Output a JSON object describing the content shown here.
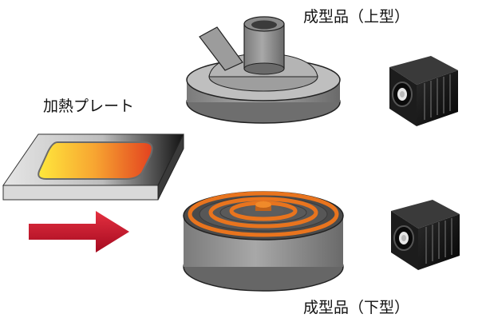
{
  "labels": {
    "upper_part": "成型品（上型）",
    "heating_plate": "加熱プレート",
    "lower_part": "成型品（下型）"
  },
  "colors": {
    "plate_surface_light": "#d8d8d8",
    "plate_surface_dark": "#1a1a1a",
    "heat_yellow": "#ffe23a",
    "heat_orange": "#f08a2a",
    "heat_red": "#e0401e",
    "arrow_red": "#c8102e",
    "part_gray": "#9a9a9a",
    "groove_orange": "#e8741e",
    "camera_black": "#141414"
  },
  "icons": {
    "camera": "thermal-camera-icon"
  }
}
